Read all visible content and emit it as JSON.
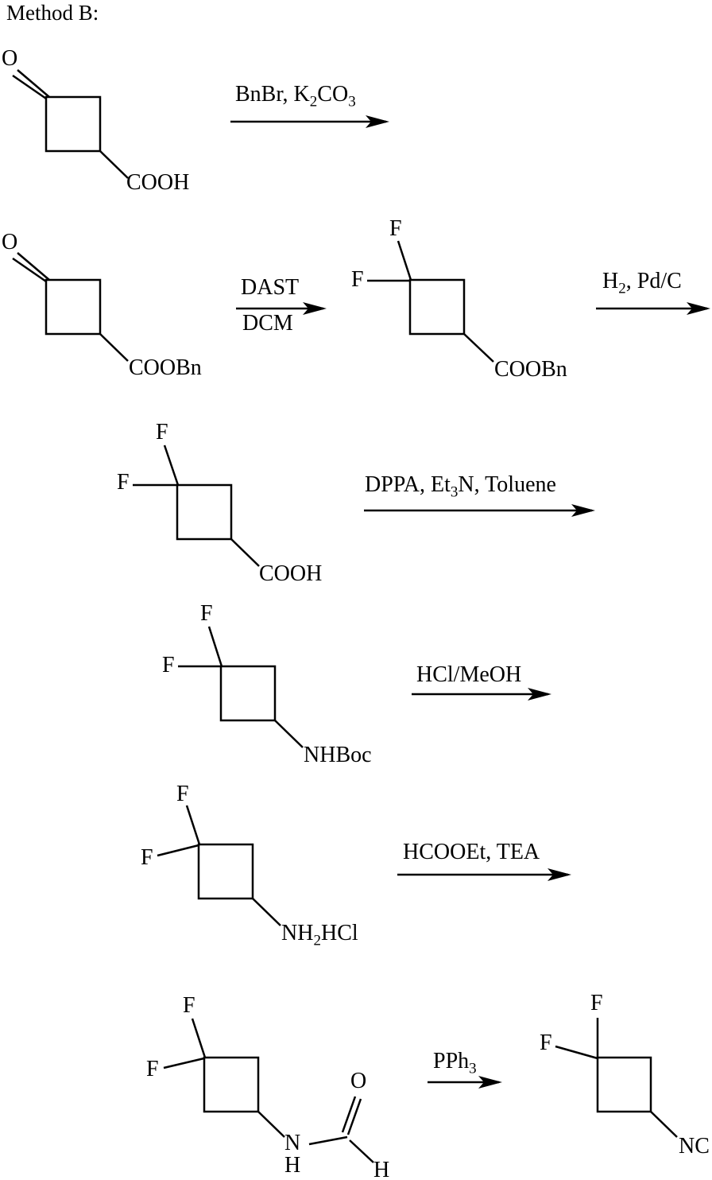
{
  "title": "Method B:",
  "atoms": {
    "oxygen": "O",
    "fluorine": "F",
    "nitrogen": "N",
    "hydrogen": "H"
  },
  "groups": {
    "cooh": "COOH",
    "coobn": "COOBn",
    "nhboc": "NHBoc",
    "nh2hcl": [
      "NH",
      "2",
      "HCl"
    ],
    "nc": "NC"
  },
  "steps": [
    {
      "parts": [
        "BnBr, K",
        "2",
        "CO",
        "3"
      ]
    },
    {
      "above": "DAST",
      "below": "DCM"
    },
    {
      "parts": [
        "H",
        "2",
        ", Pd/C"
      ]
    },
    {
      "parts": [
        "DPPA, Et",
        "3",
        "N, Toluene"
      ]
    },
    {
      "text": "HCl/MeOH"
    },
    {
      "text": "HCOOEt, TEA"
    },
    {
      "parts": [
        "PPh",
        "3"
      ]
    }
  ]
}
